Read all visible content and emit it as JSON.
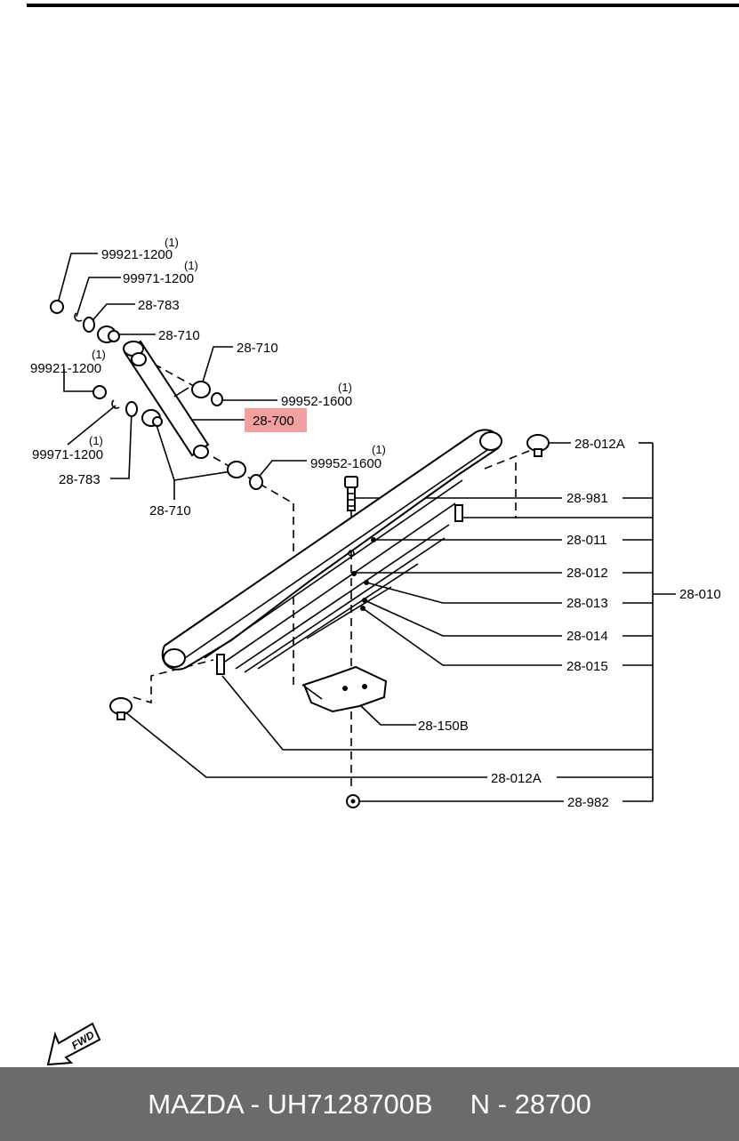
{
  "diagram": {
    "labels": {
      "nut_top": "99921-1200",
      "nut_top_qty": "(1)",
      "washer_top": "99971-1200",
      "washer_top_qty": "(1)",
      "spacer_top": "28-783",
      "bushing_top": "28-710",
      "bushing_mid": "28-710",
      "nut_mid": "99952-1600",
      "nut_mid_qty": "(1)",
      "nut_left": "99921-1200",
      "nut_left_qty": "(1)",
      "washer_left": "99971-1200",
      "washer_left_qty": "(1)",
      "spacer_left": "28-783",
      "bushing_low": "28-710",
      "nut_low": "99952-1600",
      "nut_low_qty": "(1)",
      "shock": "28-700",
      "bumper_top": "28-012A",
      "bolt": "28-981",
      "leaf_1": "28-011",
      "leaf_2": "28-012",
      "leaf_3": "28-013",
      "leaf_4": "28-014",
      "leaf_5": "28-015",
      "assembly": "28-010",
      "plate": "28-150B",
      "bumper_bottom": "28-012A",
      "nut_bottom": "28-982"
    },
    "highlight_color": "#f4a0a0"
  },
  "fwd_label": "FWD",
  "footer": {
    "brand_part": "MAZDA - UH7128700B",
    "number": "N - 28700"
  }
}
